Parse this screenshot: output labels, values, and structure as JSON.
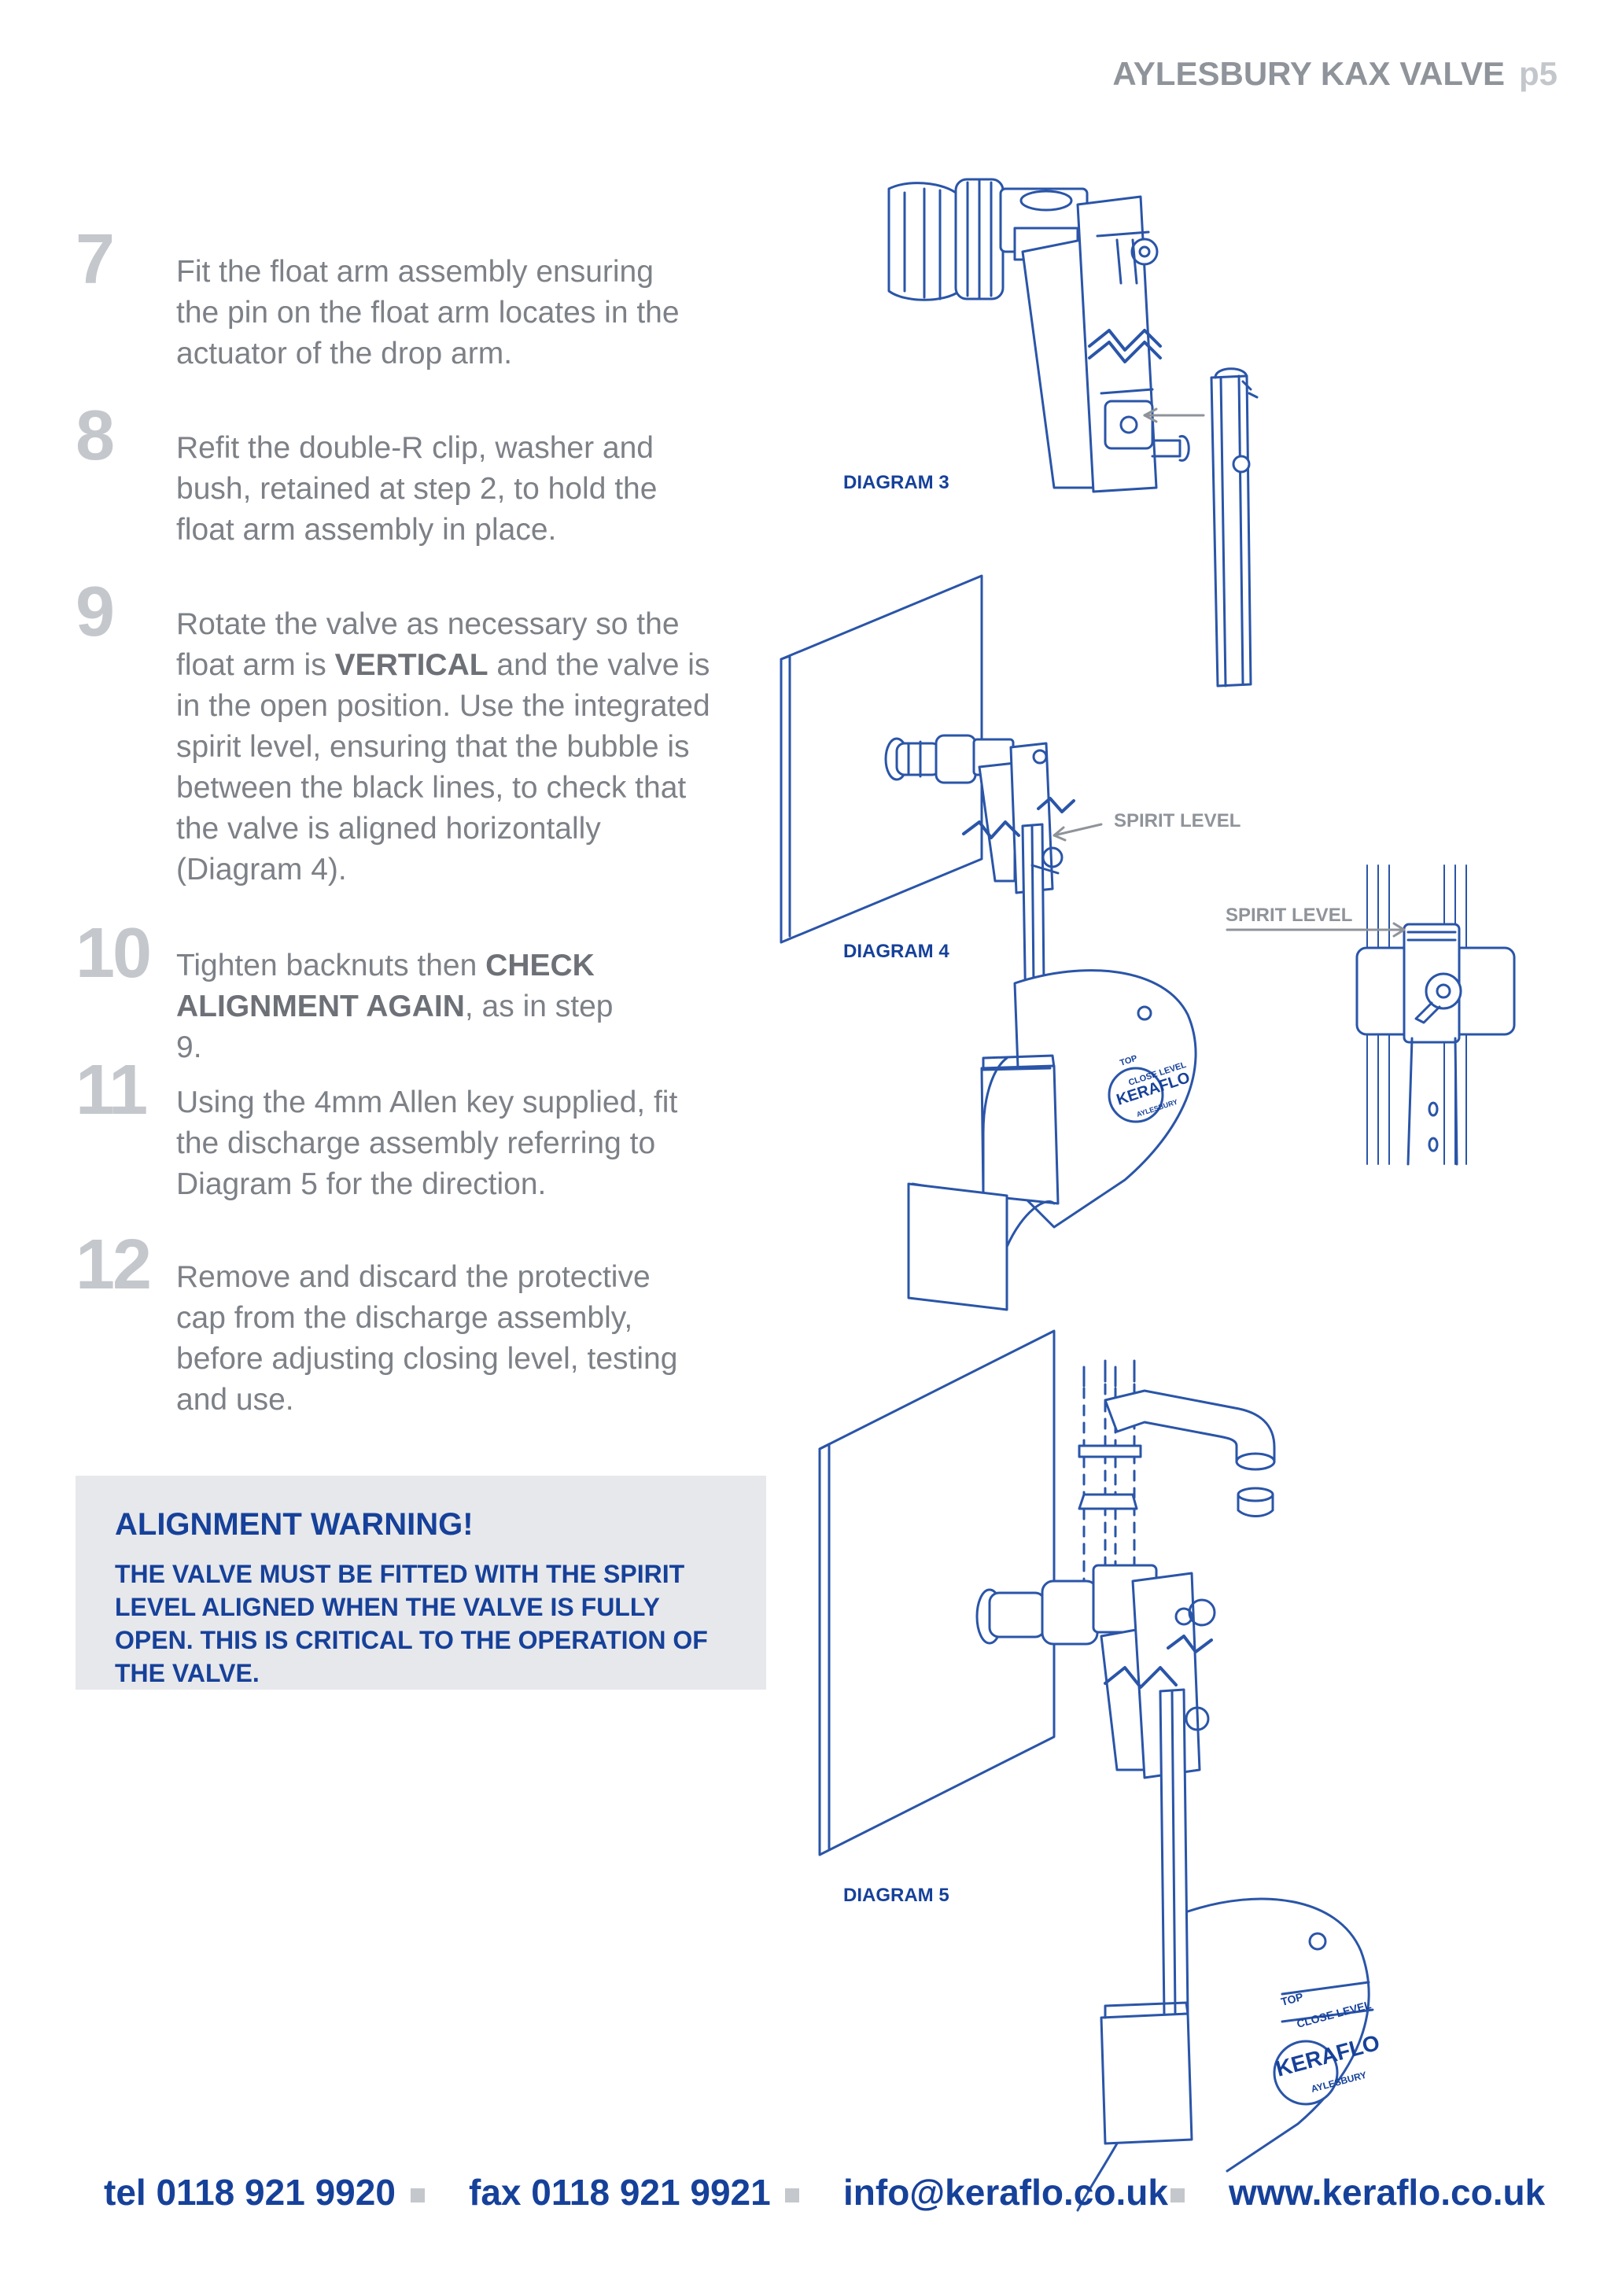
{
  "header": {
    "title": "AYLESBURY KAX VALVE",
    "page": "p5"
  },
  "steps": [
    {
      "number": "7",
      "lines": [
        "Fit the float arm assembly ensuring",
        "the pin on the float arm locates in the",
        "actuator of the drop arm."
      ]
    },
    {
      "number": "8",
      "lines": [
        "Refit the double-R clip, washer and",
        "bush, retained at step 2, to hold the",
        "float arm assembly in place."
      ]
    },
    {
      "number": "9",
      "text_a": "Rotate the valve as necessary so the float arm is ",
      "bold_a": "VERTICAL",
      "text_b": " and the valve is in the open position. Use the integrated spirit level, ensuring that the bubble is between the black lines, to check that the valve is aligned horizontally (Diagram 4)."
    },
    {
      "number": "10",
      "text_a": "Tighten backnuts then ",
      "bold_a": "CHECK ALIGNMENT AGAIN",
      "text_b": ", as in step 9."
    },
    {
      "number": "11",
      "lines": [
        "Using the 4mm Allen key supplied, fit",
        "the discharge assembly referring to",
        "Diagram 5 for the direction."
      ]
    },
    {
      "number": "12",
      "lines": [
        "Remove and discard the protective",
        "cap from the discharge assembly,",
        "before adjusting closing level, testing",
        "and use."
      ]
    }
  ],
  "warning": {
    "title": "ALIGNMENT WARNING!",
    "body": "THE VALVE MUST BE FITTED WITH THE SPIRIT LEVEL ALIGNED WHEN THE VALVE IS FULLY OPEN. THIS IS CRITICAL TO THE OPERATION OF THE VALVE."
  },
  "diagrams": {
    "d3_label": "DIAGRAM 3",
    "d4_label": "DIAGRAM 4",
    "d5_label": "DIAGRAM 5",
    "spirit_label_1": "SPIRIT LEVEL",
    "spirit_label_2": "SPIRIT LEVEL",
    "float_top": "TOP",
    "float_close": "CLOSE LEVEL",
    "brand": "KERAFLO",
    "brand_sub": "AYLESBURY"
  },
  "footer": {
    "tel": "tel 0118 921 9920",
    "fax": "fax 0118 921 9921",
    "email": "info@keraflo.co.uk",
    "web": "www.keraflo.co.uk"
  },
  "colors": {
    "brand_blue": "#16419a",
    "grey_text": "#7d8187",
    "grey_number": "#c4c7cc",
    "warning_bg": "#e7e8eb"
  }
}
